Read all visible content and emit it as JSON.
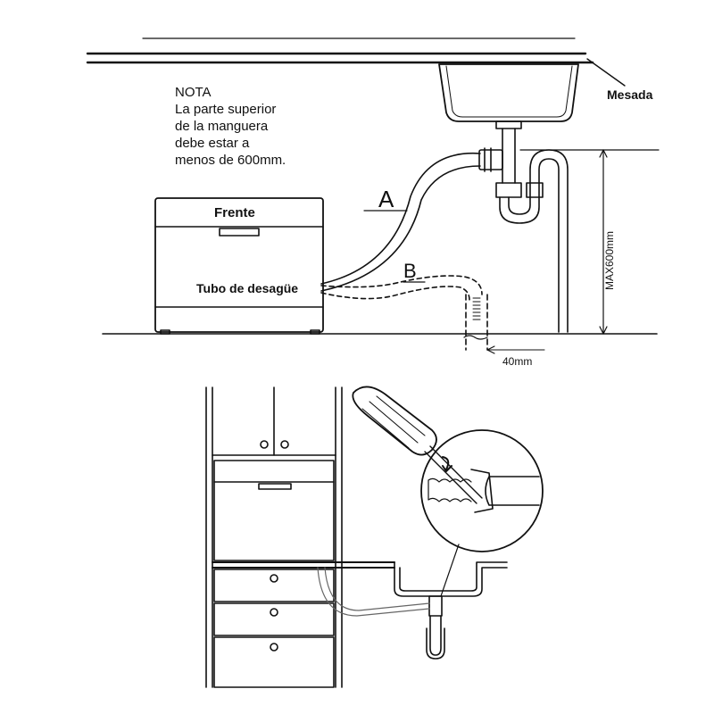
{
  "labels": {
    "note_lines": [
      "NOTA",
      "La parte superior",
      "de la manguera",
      "debe estar a",
      "menos de 600mm."
    ],
    "countertop": "Mesada",
    "front": "Frente",
    "drain_hose": "Tubo de desagüe",
    "hose_a": "A",
    "hose_b": "B",
    "pipe_width": "40mm",
    "max_height": "MAX600mm"
  },
  "colors": {
    "line": "#111111",
    "background": "#ffffff"
  }
}
